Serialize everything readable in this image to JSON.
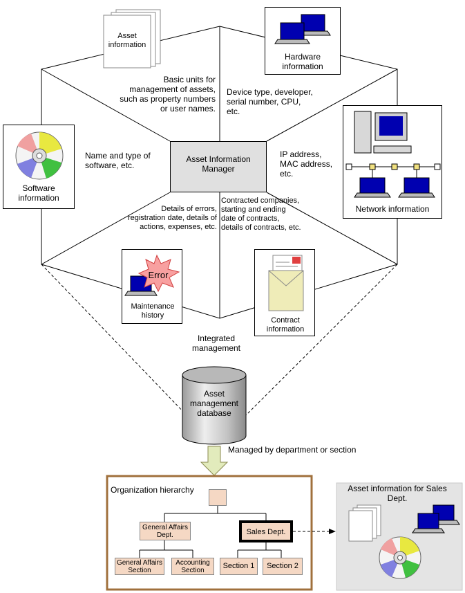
{
  "center": {
    "label": "Asset Information Manager"
  },
  "asset_info": {
    "label": "Asset information",
    "desc": "Basic units for management of assets, such as property numbers or user names."
  },
  "hardware_info": {
    "label": "Hardware information",
    "desc": "Device type, developer, serial number, CPU, etc."
  },
  "software_info": {
    "label": "Software information",
    "desc": "Name and type of software, etc."
  },
  "network_info": {
    "label": "Network information",
    "desc": "IP address, MAC address, etc."
  },
  "maintenance": {
    "label": "Maintenance history",
    "error_label": "Error",
    "desc": "Details of errors, registration date, details of actions, expenses, etc."
  },
  "contract": {
    "label": "Contract information",
    "desc": "Contracted companies, starting and ending date of contracts, details of contracts, etc."
  },
  "integrated_label": "Integrated management",
  "database_label": "Asset management database",
  "managed_by_label": "Managed by department or section",
  "org": {
    "title": "Organization hierarchy",
    "general_affairs_dept": "General Affairs Dept.",
    "sales_dept": "Sales Dept.",
    "general_affairs_section": "General Affairs Section",
    "accounting_section": "Accounting Section",
    "section1": "Section 1",
    "section2": "Section 2"
  },
  "sales_assets": {
    "label": "Asset information for Sales Dept."
  },
  "colors": {
    "center_fill": "#e0e0e0",
    "org_border": "#a0703c",
    "org_box_fill": "#f5d8c4",
    "arrow_fill": "#e2ebbc",
    "sales_panel": "#e4e4e4",
    "envelope": "#efecb8",
    "error_burst": "#f8a0a0",
    "monitor_blue": "#0000b0"
  }
}
